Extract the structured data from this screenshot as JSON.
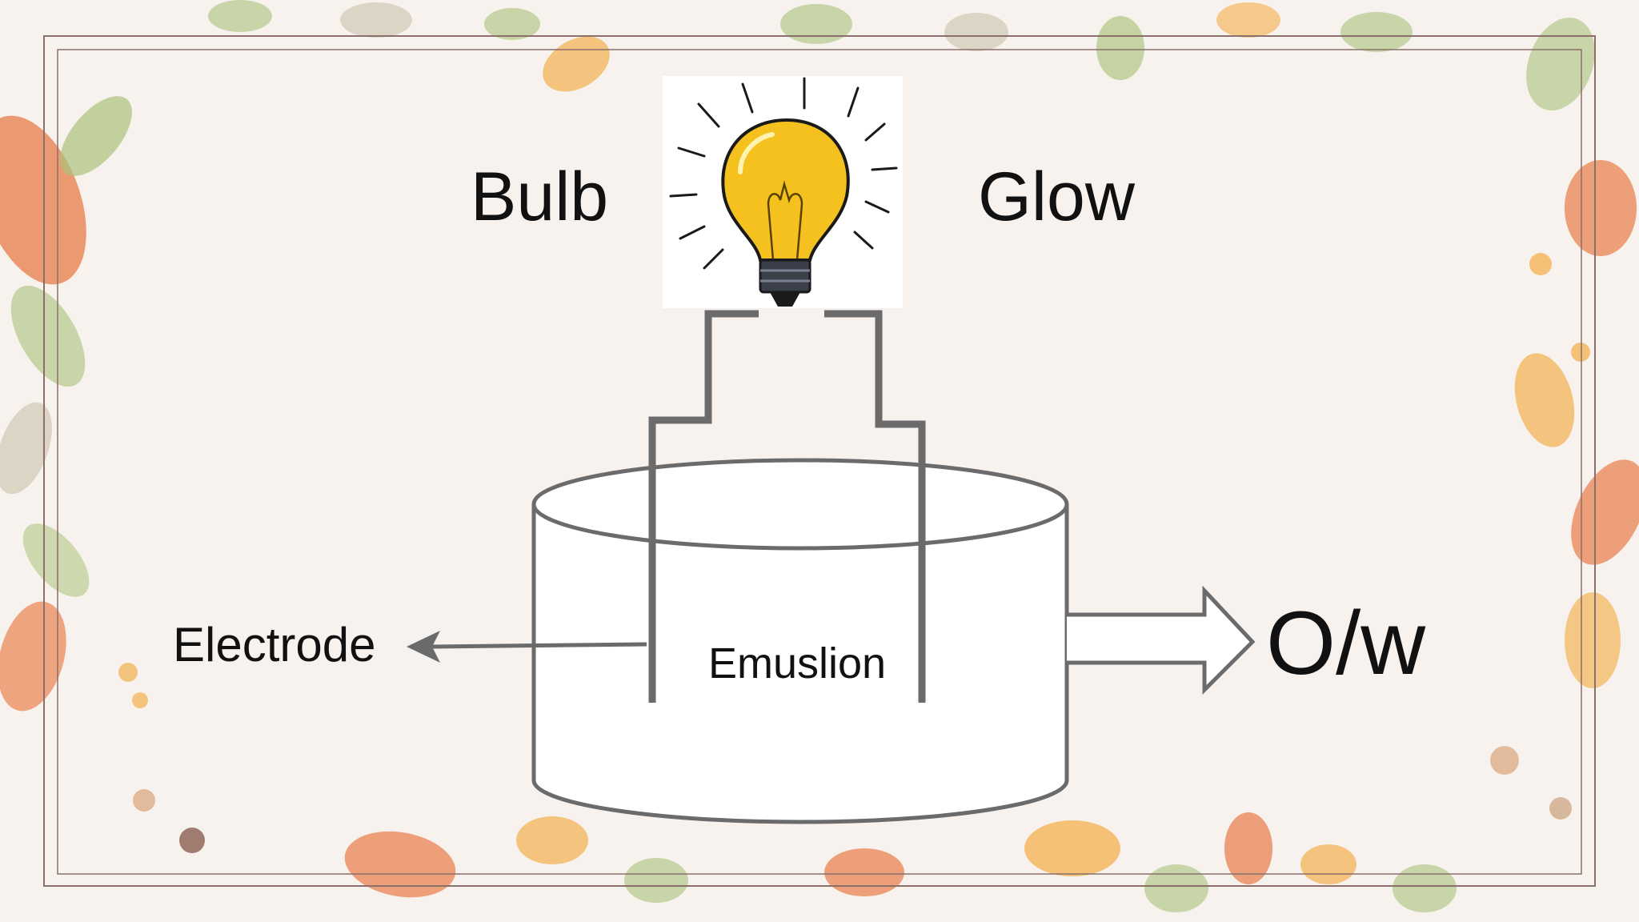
{
  "slide": {
    "background_color": "#f8f2ef",
    "frame_color": "#8a6f6a",
    "leaf_colors": [
      "#e98a5a",
      "#f3b862",
      "#a9c27a",
      "#c9c2a8",
      "#d9a47a"
    ]
  },
  "diagram": {
    "bulb_label": "Bulb",
    "glow_label": "Glow",
    "electrode_label": "Electrode",
    "emulsion_label": "Emuslion",
    "result_label": "O/w",
    "line_color": "#6b6b6b",
    "bulb_glass_color": "#f5c11e",
    "bulb_base_color": "#3a3f4a",
    "icons": {
      "bulb": "light-bulb-icon",
      "arrow_left": "arrow-left-icon",
      "arrow_right": "hollow-arrow-right-icon"
    }
  }
}
